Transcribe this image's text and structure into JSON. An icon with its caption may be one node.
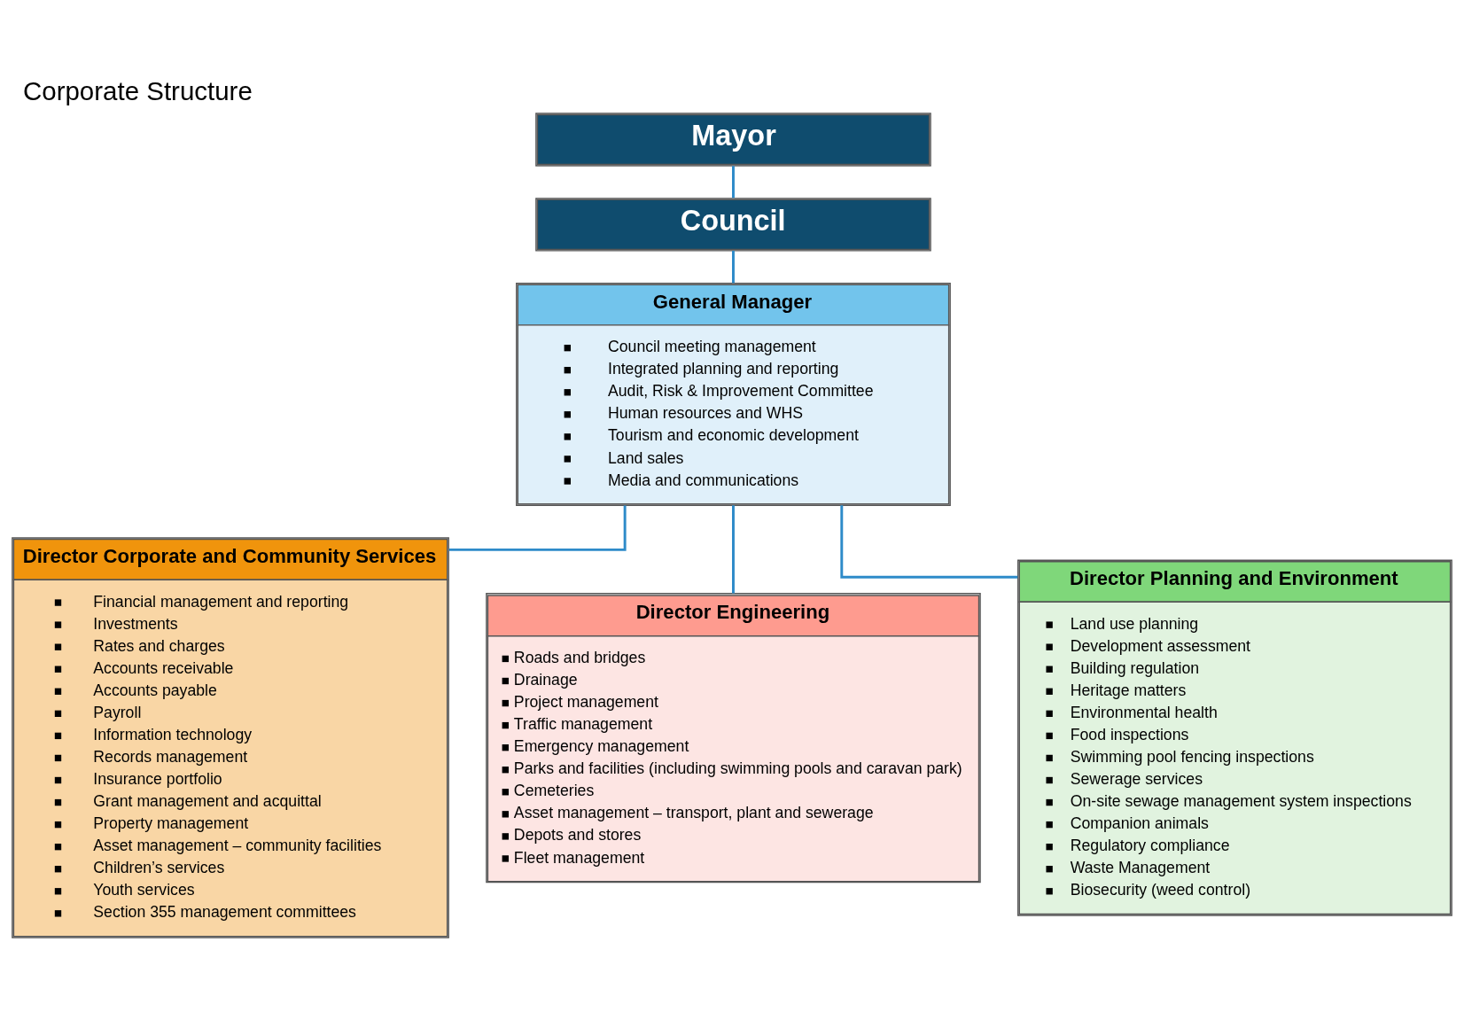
{
  "diagram": {
    "title": "Corporate Structure",
    "nodes": [
      {
        "text": [
          "Mayor"
        ]
      },
      {
        "text": [
          "Council"
        ]
      },
      {
        "text": [
          "General Manager",
          "Council meeting management",
          "Integrated planning and reporting",
          "Audit, Risk & Improvement Committee",
          "Human resources and WHS",
          "Tourism and economic development",
          "Land sales",
          "Media and communications"
        ]
      },
      {
        "text": [
          "Director Corporate and Community Services",
          "Financial management and reporting",
          "Investments",
          "Rates and charges",
          "Accounts receivable",
          "Accounts payable",
          "Payroll",
          "Information technology",
          "Records management",
          "Insurance portfolio",
          "Grant management and acquittal",
          "Property management",
          "Asset management – community facilities",
          "Children’s services",
          "Youth services",
          "Section 355 management committees"
        ]
      },
      {
        "text": [
          "Director Engineering",
          "Roads and bridges",
          "Drainage",
          "Project management",
          "Traffic management",
          "Emergency management",
          "Parks and facilities (including swimming pools and caravan park)",
          "Cemeteries",
          "Asset management – transport, plant and sewerage",
          "Depots and stores",
          "Fleet management"
        ]
      },
      {
        "text": [
          "Director Planning and Environment",
          "Land use planning",
          "Development assessment",
          "Building regulation",
          "Heritage matters",
          "Environmental health",
          "Food inspections",
          "Swimming pool fencing inspections",
          "Sewerage services",
          "On-site sewage management system inspections",
          "Companion animals",
          "Regulatory compliance",
          "Waste Management",
          "Biosecurity (weed control)"
        ]
      }
    ],
    "edges": [
      {
        "from": 0,
        "to": 1,
        "arrow": "none"
      },
      {
        "from": 1,
        "to": 2,
        "arrow": "none"
      },
      {
        "from": 2,
        "to": 3,
        "arrow": "none"
      },
      {
        "from": 2,
        "to": 4,
        "arrow": "none"
      },
      {
        "from": 2,
        "to": 5,
        "arrow": "none"
      }
    ]
  }
}
